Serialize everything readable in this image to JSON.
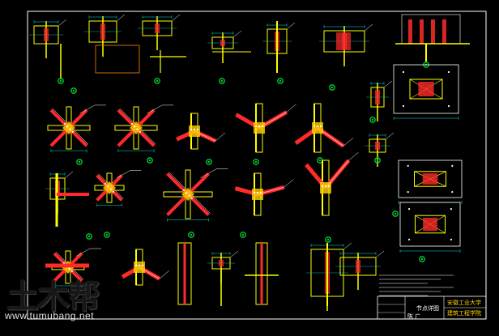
{
  "app": {
    "title": ""
  },
  "watermark": {
    "brand_text": "土木帮",
    "site_url": "www.tumubang.net"
  },
  "title_block": {
    "drawing_name": "节点详图",
    "org_line_1": "安徽工业大学",
    "org_line_2": "建筑工程学院",
    "designer": "陈  广"
  },
  "colors": {
    "background": "#000000",
    "frame": "#ffffff",
    "member": "#ffff00",
    "plate": "#ff2a2a",
    "dimension": "#00e5e5",
    "bolt": "#ffffff",
    "detail_marker": "#00cc33"
  },
  "icons": [
    "detail-marker-icon"
  ]
}
